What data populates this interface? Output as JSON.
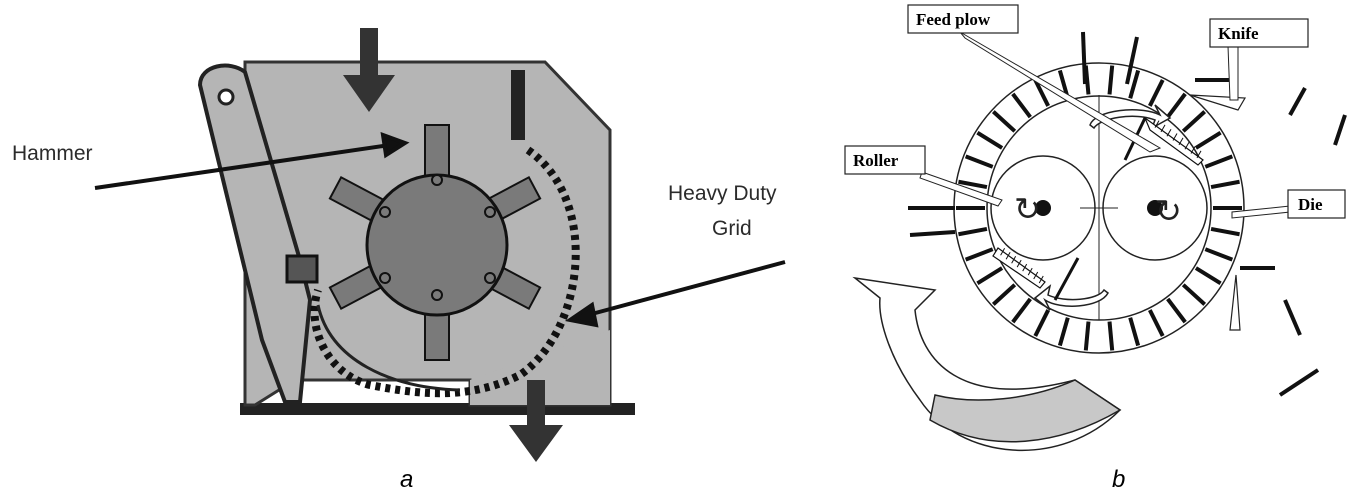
{
  "panel_a": {
    "caption": "a",
    "labels": {
      "hammer": "Hammer",
      "grid_line1": "Heavy Duty",
      "grid_line2": "Grid"
    }
  },
  "panel_b": {
    "caption": "b",
    "labels": {
      "feed_plow": "Feed plow",
      "knife": "Knife",
      "roller": "Roller",
      "die": "Die"
    }
  },
  "colors": {
    "housing": "#b5b5b5",
    "rotor": "#7a7a7a",
    "ink": "#222222",
    "band": "#c8c8c8"
  }
}
